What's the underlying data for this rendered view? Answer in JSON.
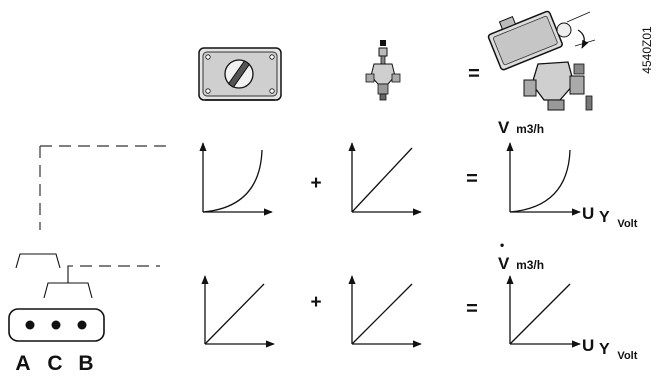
{
  "drawing_code": "4540Z01",
  "operators": {
    "plus": "+",
    "equals": "="
  },
  "flow_label_top": {
    "symbol": "V",
    "unit": "m3/h"
  },
  "flow_label_mid": {
    "symbol": "V",
    "dot": "•",
    "unit": "m3/h"
  },
  "signal_label": {
    "symbol": "U",
    "subscript": "Y",
    "unit": "Volt"
  },
  "connector_terminals": [
    "A",
    "C",
    "B"
  ],
  "rows": [
    {
      "characteristics": [
        "equal-percentage",
        "linear",
        "equal-percentage"
      ]
    },
    {
      "characteristics": [
        "linear",
        "linear",
        "linear"
      ]
    }
  ],
  "colors": {
    "line": "#111111",
    "body": "#d8d8d8",
    "body_dark": "#9a9a9a"
  }
}
